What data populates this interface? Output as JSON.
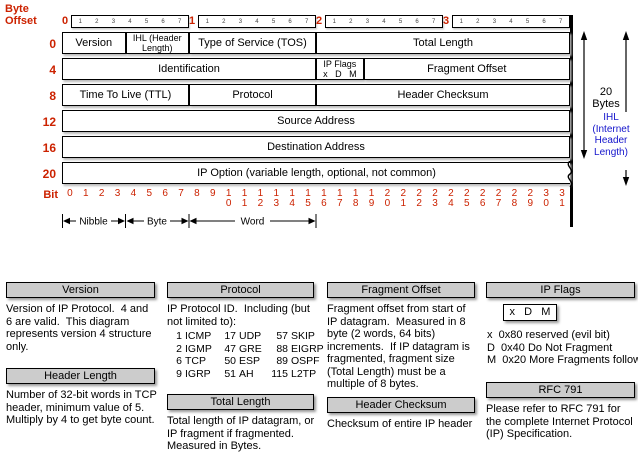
{
  "colors": {
    "red": "#cc2200",
    "blue": "#1414cc",
    "green": "#1a7a1a",
    "title-bg": "#cccccc"
  },
  "diagram": {
    "byte_offset_label": "Byte Offset",
    "bit_label": "Bit",
    "top_byte_numbers": [
      "0",
      "1",
      "2",
      "3"
    ],
    "top_tick_numbers": [
      "1",
      "2",
      "3",
      "4",
      "5",
      "6",
      "7"
    ],
    "row_offsets": [
      "0",
      "4",
      "8",
      "12",
      "16",
      "20"
    ],
    "bit_numbers": [
      "0",
      "1",
      "2",
      "3",
      "4",
      "5",
      "6",
      "7",
      "8",
      "9",
      "10",
      "11",
      "12",
      "13",
      "14",
      "15",
      "16",
      "17",
      "18",
      "19",
      "20",
      "21",
      "22",
      "23",
      "24",
      "25",
      "26",
      "27",
      "28",
      "29",
      "30",
      "31"
    ],
    "fields": {
      "version": "Version",
      "ihl": "IHL (Header Length)",
      "tos": "Type of Service (TOS)",
      "total_length": "Total Length",
      "identification": "Identification",
      "fragment_offset": "Fragment Offset",
      "ttl": "Time To Live (TTL)",
      "protocol": "Protocol",
      "header_checksum": "Header Checksum",
      "source_address": "Source Address",
      "destination_address": "Destination Address",
      "ip_option": "IP Option (variable length, optional, not common)"
    },
    "flags_cell": {
      "title": "IP Flags",
      "bits": "x   D   M"
    },
    "right_labels": {
      "twenty_bytes_1": "20",
      "twenty_bytes_2": "Bytes",
      "ihl_lines": [
        "IHL",
        "(Internet",
        "Header",
        "Length)"
      ]
    },
    "span_labels": {
      "nibble": "Nibble",
      "byte": "Byte",
      "word": "Word"
    }
  },
  "notes": {
    "version": {
      "title": "Version",
      "body": "Version of IP Protocol.  4 and 6 are valid.  This diagram represents version 4 structure only."
    },
    "header_length": {
      "title": "Header Length",
      "body": "Number of 32-bit words in TCP header, minimum value of 5.  Multiply by 4 to get byte count."
    },
    "protocol": {
      "title": "Protocol",
      "intro": "IP Protocol ID.  Including (but not limited to):",
      "table": [
        [
          "1",
          "ICMP",
          "17",
          "UDP",
          "57",
          "SKIP"
        ],
        [
          "2",
          "IGMP",
          "47",
          "GRE",
          "88",
          "EIGRP"
        ],
        [
          "6",
          "TCP",
          "50",
          "ESP",
          "89",
          "OSPF"
        ],
        [
          "9",
          "IGRP",
          "51",
          "AH",
          "115",
          "L2TP"
        ]
      ]
    },
    "total_length": {
      "title": "Total Length",
      "body": "Total length of IP datagram, or IP fragment if fragmented.  Measured in Bytes."
    },
    "fragment_offset": {
      "title": "Fragment Offset",
      "body": "Fragment offset from start of IP datagram.  Measured in 8 byte (2 words, 64 bits) increments.  If IP datagram is fragmented, fragment size (Total Length) must be a multiple of 8 bytes."
    },
    "header_checksum": {
      "title": "Header Checksum",
      "body": "Checksum of entire IP header"
    },
    "ip_flags": {
      "title": "IP Flags",
      "flags_box": "x   D   M",
      "lines": [
        "x  0x80 reserved (evil bit)",
        "D  0x40 Do Not Fragment",
        "M  0x20 More Fragments follow"
      ]
    },
    "rfc": {
      "title": "RFC 791",
      "body": "Please refer to RFC 791 for the complete Internet Protocol (IP) Specification."
    }
  }
}
